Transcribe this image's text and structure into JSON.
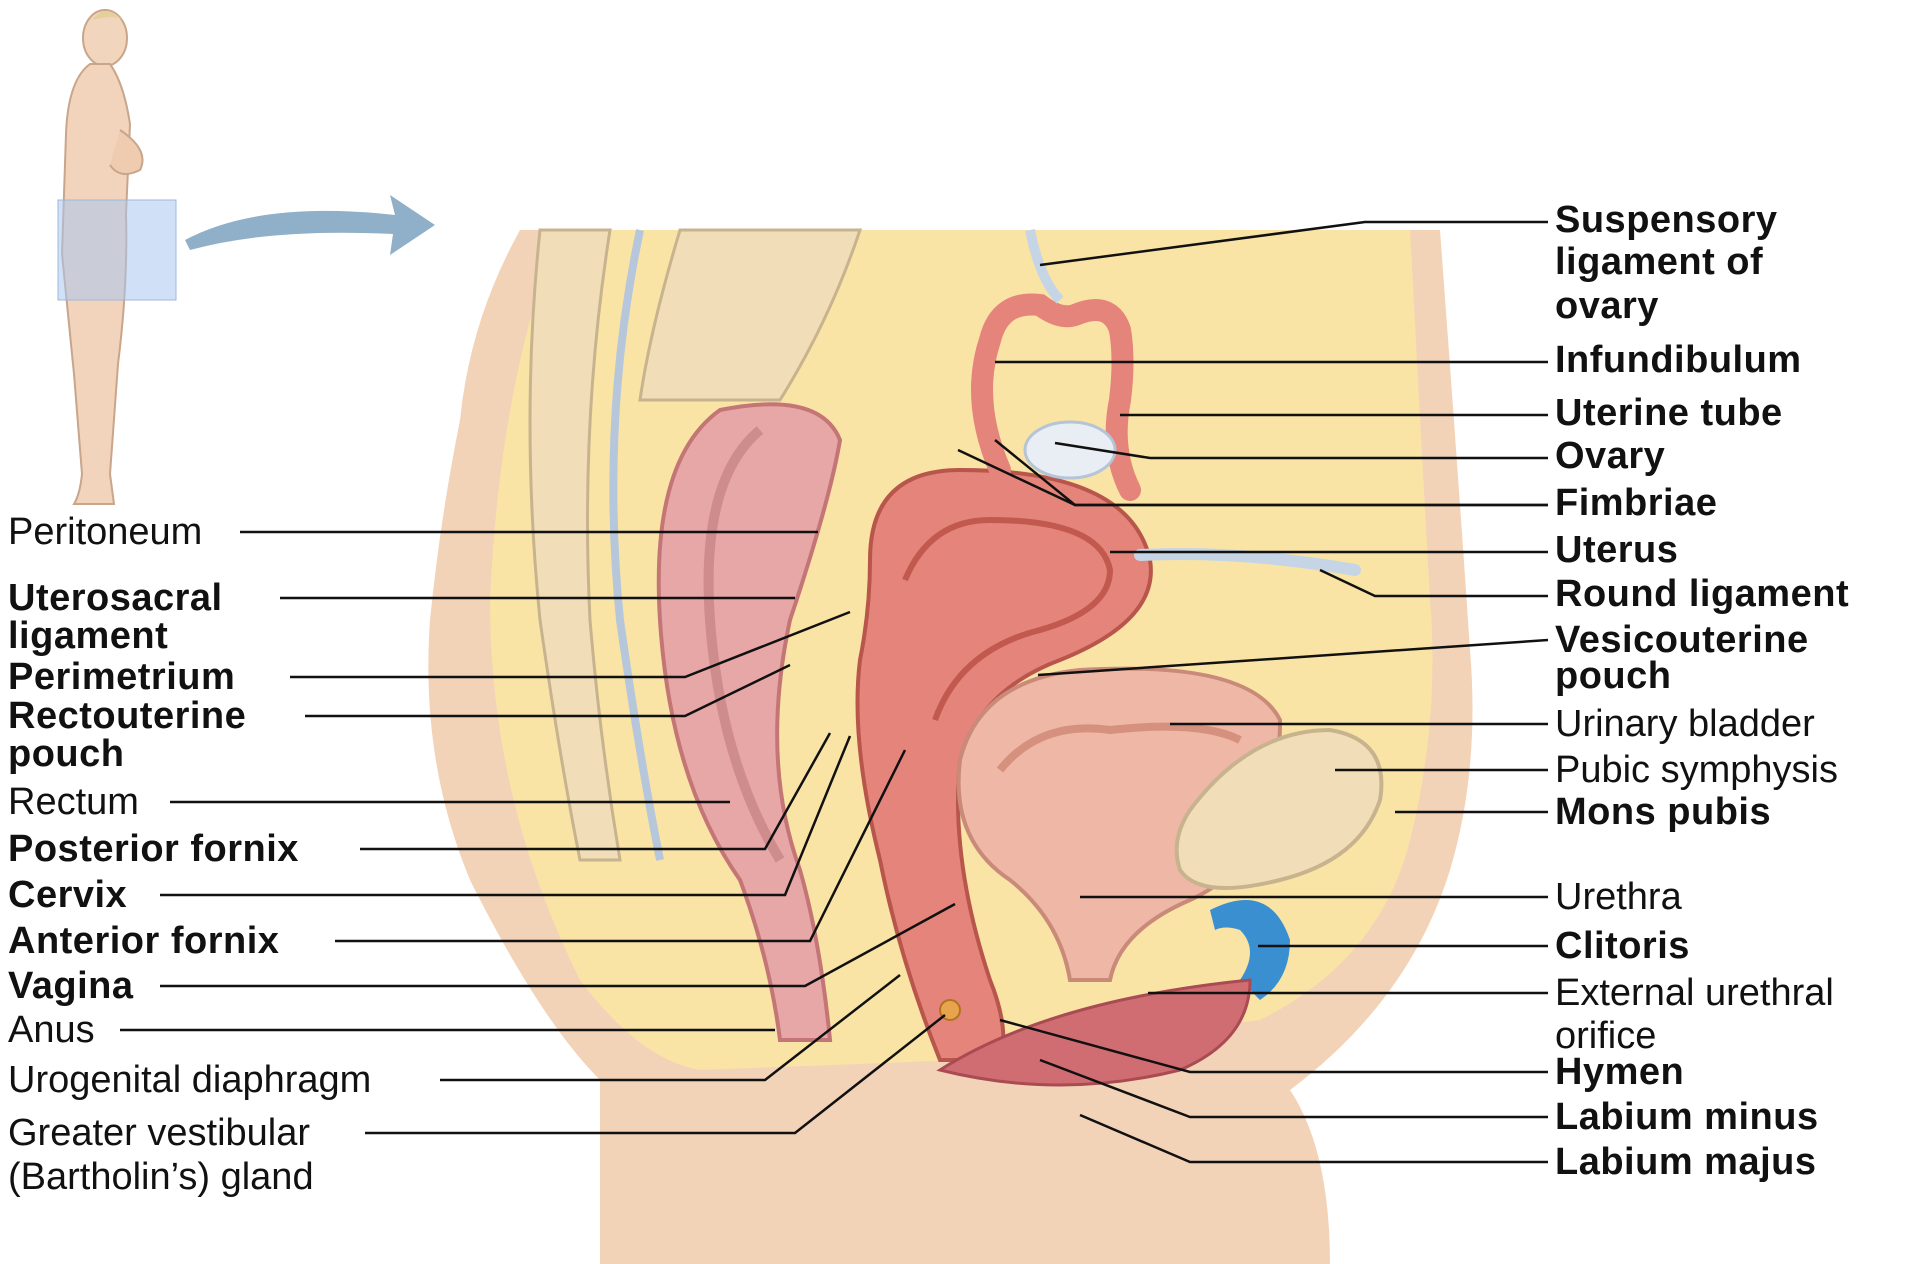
{
  "labels_left": {
    "peritoneum": "Peritoneum",
    "uterosacral_1": "Uterosacral",
    "uterosacral_2": "ligament",
    "perimetrium": "Perimetrium",
    "rectouterine_1": "Rectouterine",
    "rectouterine_2": "pouch",
    "rectum": "Rectum",
    "posterior_fornix": "Posterior fornix",
    "cervix": "Cervix",
    "anterior_fornix": "Anterior fornix",
    "vagina": "Vagina",
    "anus": "Anus",
    "urogenital_diaphragm": "Urogenital diaphragm",
    "greater_vestibular_1": "Greater vestibular",
    "greater_vestibular_2": "(Bartholin’s) gland"
  },
  "labels_right": {
    "suspensory_1": "Suspensory",
    "suspensory_2": "ligament of",
    "suspensory_3": "ovary",
    "infundibulum": "Infundibulum",
    "uterine_tube": "Uterine tube",
    "ovary": "Ovary",
    "fimbriae": "Fimbriae",
    "uterus": "Uterus",
    "round_ligament": "Round ligament",
    "vesicouterine_1": "Vesicouterine",
    "vesicouterine_2": "pouch",
    "urinary_bladder": "Urinary bladder",
    "pubic_symphysis": "Pubic symphysis",
    "mons_pubis": "Mons pubis",
    "urethra": "Urethra",
    "clitoris": "Clitoris",
    "external_urethral_1": "External urethral",
    "external_urethral_2": "orifice",
    "hymen": "Hymen",
    "labium_minus": "Labium minus",
    "labium_majus": "Labium majus"
  },
  "colors": {
    "skin": "#f3d3b8",
    "fat": "#f9e4a6",
    "uterus": "#e4847a",
    "rectum": "#e6a7a6",
    "bladder": "#efb7a5",
    "bone": "#f1ddb7",
    "clitoris": "#3a8fd0",
    "leader": "#111111"
  }
}
